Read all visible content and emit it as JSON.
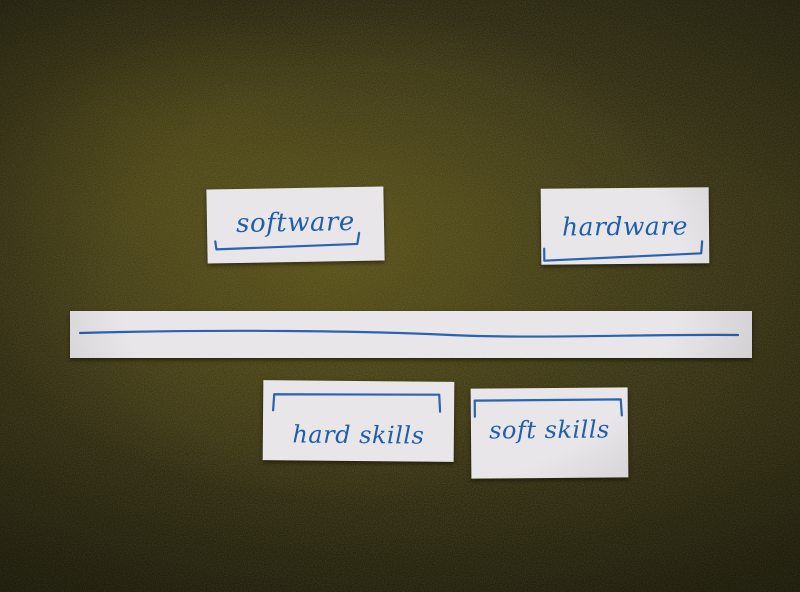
{
  "cards": {
    "software": "software",
    "hardware": "hardware",
    "hard_skills": "hard skills",
    "soft_skills": "soft skills"
  },
  "colors": {
    "carpet": "#2f2b12",
    "paper": "#e9e6ea",
    "ink": "#2a63b0"
  }
}
